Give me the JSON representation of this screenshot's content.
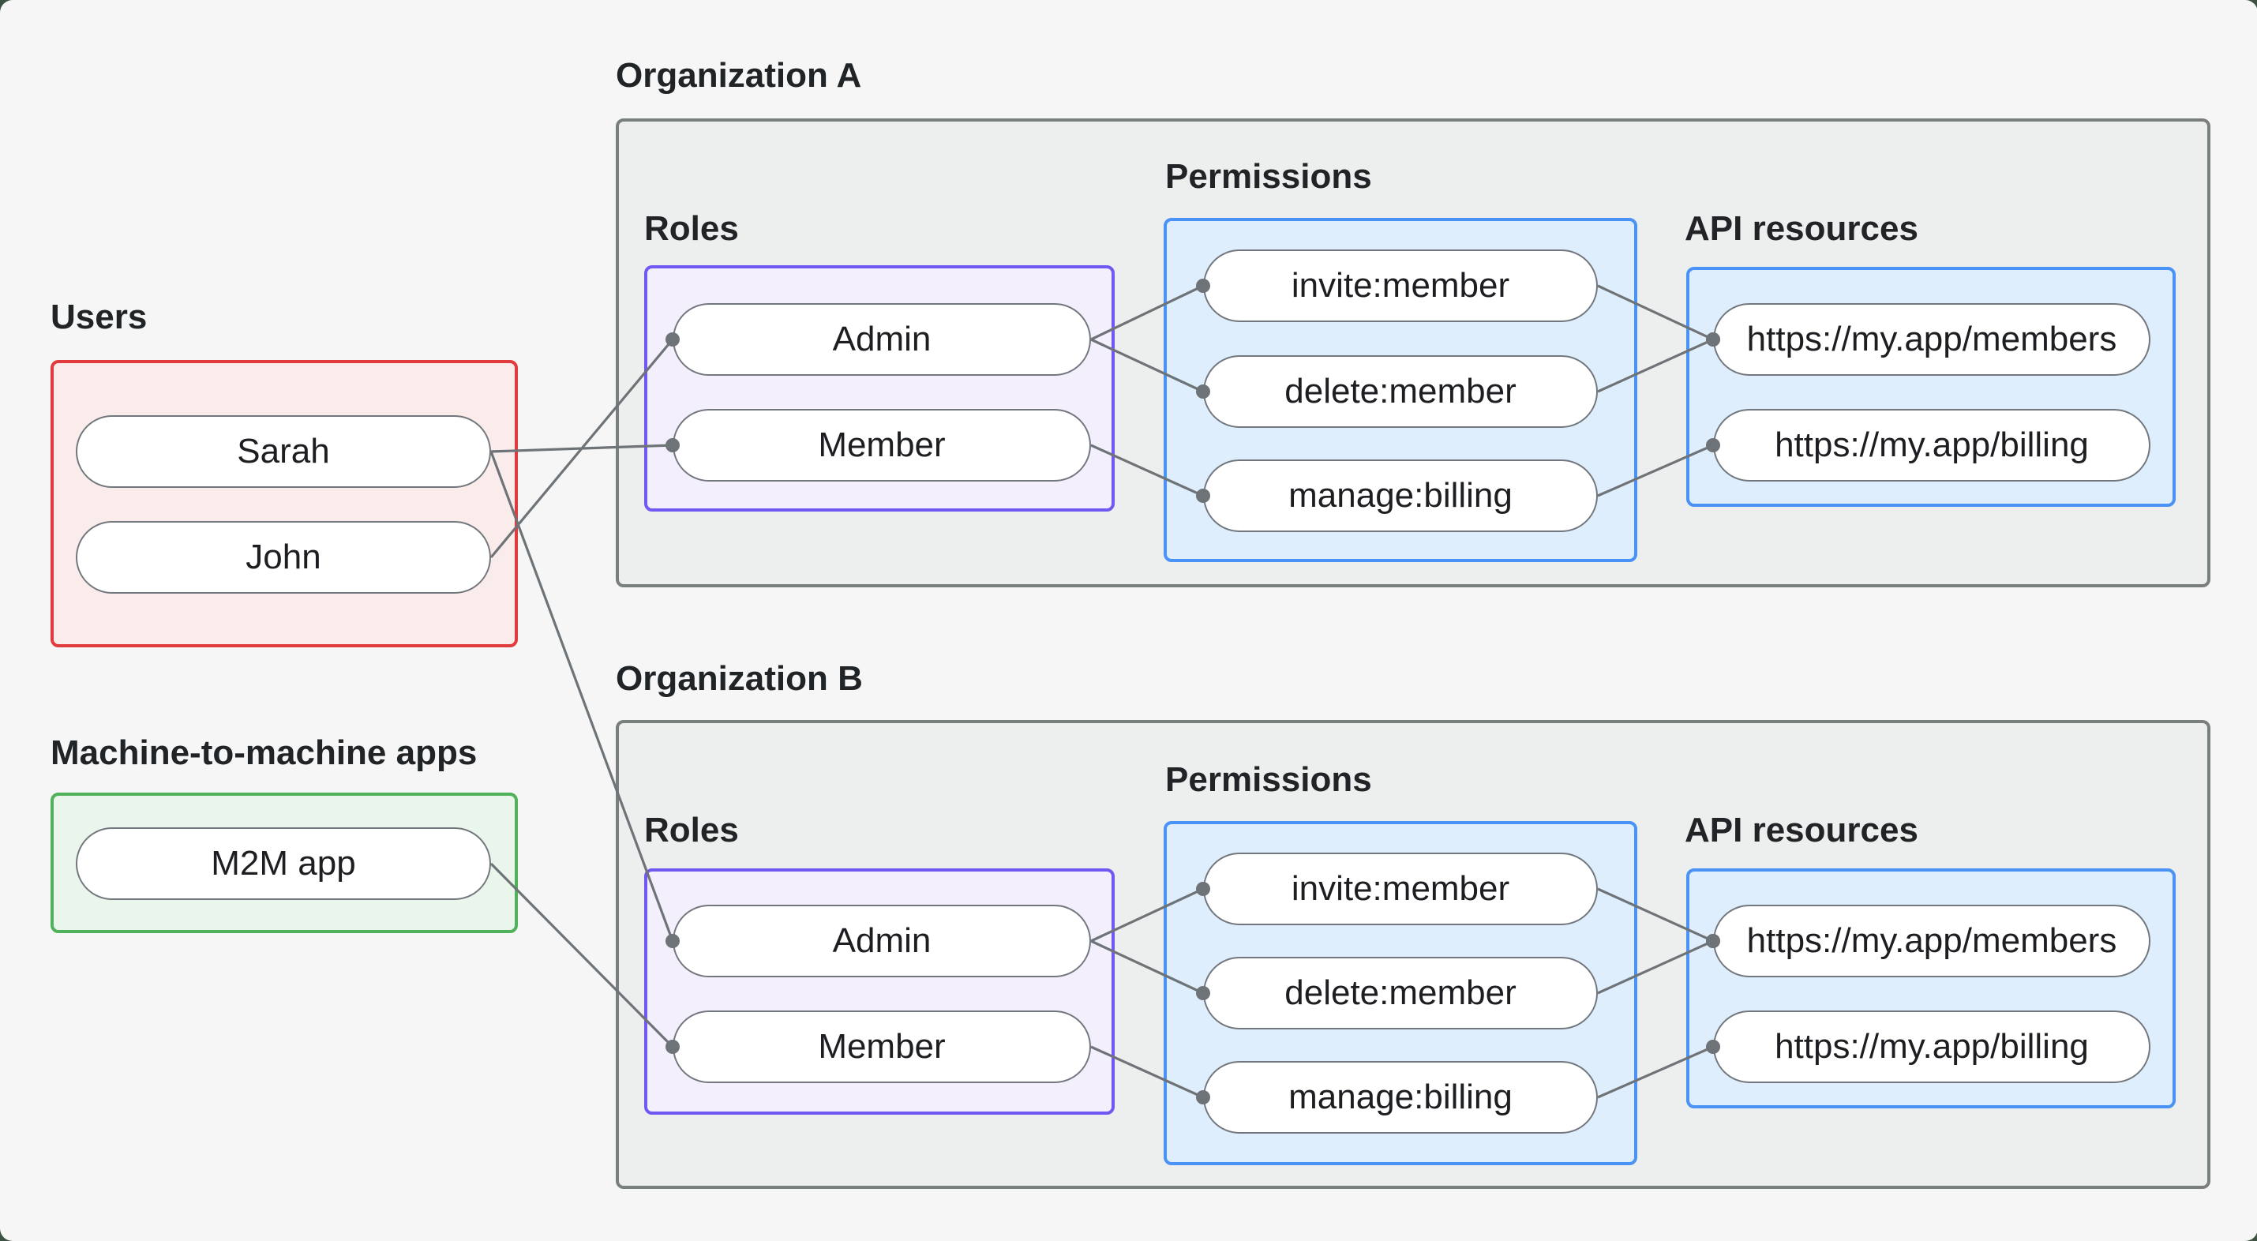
{
  "users": {
    "label": "Users",
    "items": [
      "Sarah",
      "John"
    ]
  },
  "m2m": {
    "label": "Machine-to-machine apps",
    "items": [
      "M2M app"
    ]
  },
  "org_a": {
    "title": "Organization A",
    "roles_label": "Roles",
    "roles": [
      "Admin",
      "Member"
    ],
    "permissions_label": "Permissions",
    "permissions": [
      "invite:member",
      "delete:member",
      "manage:billing"
    ],
    "api_label": "API resources",
    "api_resources": [
      "https://my.app/members",
      "https://my.app/billing"
    ]
  },
  "org_b": {
    "title": "Organization B",
    "roles_label": "Roles",
    "roles": [
      "Admin",
      "Member"
    ],
    "permissions_label": "Permissions",
    "permissions": [
      "invite:member",
      "delete:member",
      "manage:billing"
    ],
    "api_label": "API resources",
    "api_resources": [
      "https://my.app/members",
      "https://my.app/billing"
    ]
  },
  "edges": [
    {
      "from": "user-pill-sarah",
      "to": "role-pill-member-a"
    },
    {
      "from": "user-pill-john",
      "to": "role-pill-admin-a"
    },
    {
      "from": "user-pill-sarah",
      "to": "role-pill-admin-b"
    },
    {
      "from": "m2m-pill-app",
      "to": "role-pill-member-b"
    },
    {
      "from": "role-pill-admin-a",
      "to": "perm-pill-invite-a"
    },
    {
      "from": "role-pill-admin-a",
      "to": "perm-pill-delete-a"
    },
    {
      "from": "role-pill-member-a",
      "to": "perm-pill-manage-a"
    },
    {
      "from": "perm-pill-invite-a",
      "to": "api-pill-members-a"
    },
    {
      "from": "perm-pill-delete-a",
      "to": "api-pill-members-a"
    },
    {
      "from": "perm-pill-manage-a",
      "to": "api-pill-billing-a"
    },
    {
      "from": "role-pill-admin-b",
      "to": "perm-pill-invite-b"
    },
    {
      "from": "role-pill-admin-b",
      "to": "perm-pill-delete-b"
    },
    {
      "from": "role-pill-member-b",
      "to": "perm-pill-manage-b"
    },
    {
      "from": "perm-pill-invite-b",
      "to": "api-pill-members-b"
    },
    {
      "from": "perm-pill-delete-b",
      "to": "api-pill-members-b"
    },
    {
      "from": "perm-pill-manage-b",
      "to": "api-pill-billing-b"
    }
  ],
  "colors": {
    "connector": "#6E7377",
    "dot": "#6E7377",
    "card_bg": "#F5F6F5",
    "outer_bg": "#3C5243",
    "org_border": "#797E7F",
    "users_border": "#E23B3D",
    "m2m_border": "#4FB25A",
    "roles_border": "#7059F2",
    "blue_border": "#4A92F5"
  }
}
